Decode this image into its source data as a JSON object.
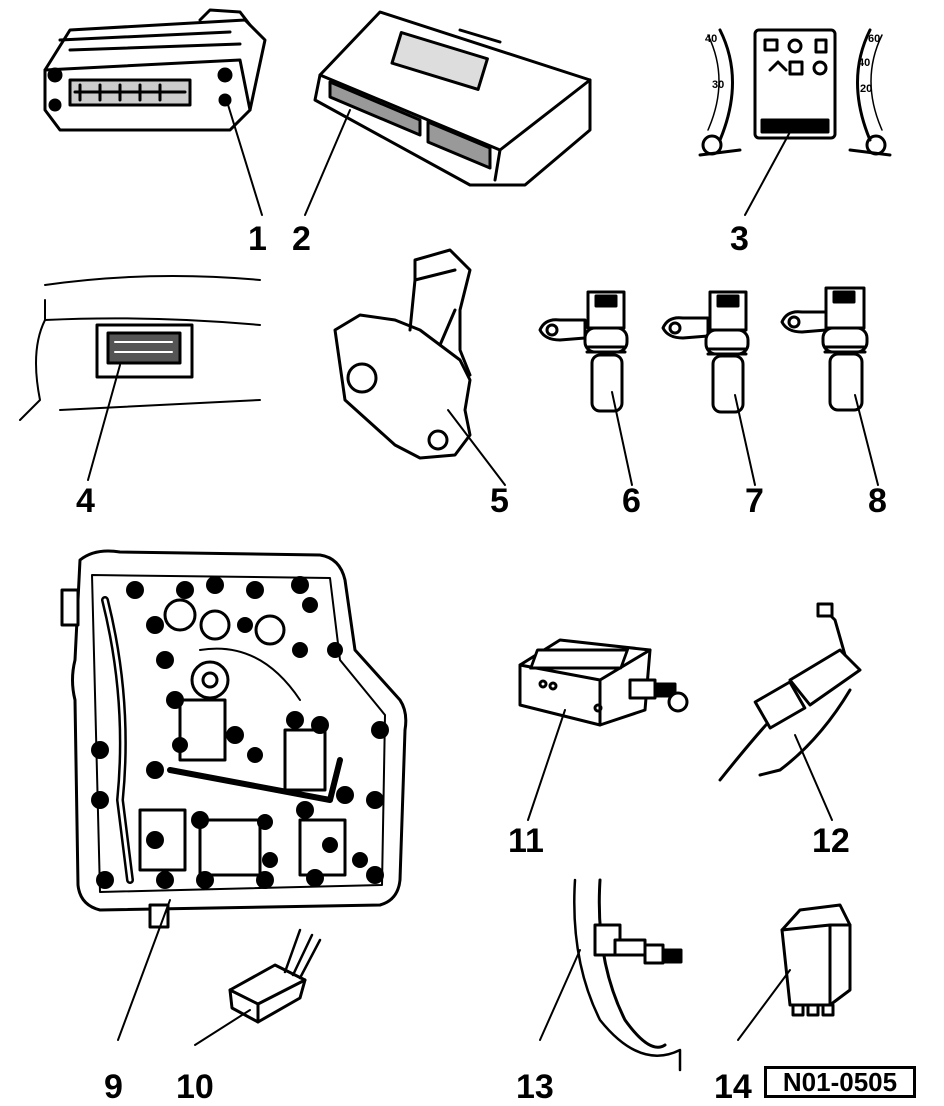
{
  "diagram": {
    "reference_code": "N01-0505",
    "callouts": [
      "1",
      "2",
      "3",
      "4",
      "5",
      "6",
      "7",
      "8",
      "9",
      "10",
      "11",
      "12",
      "13",
      "14"
    ],
    "gauge_left_ticks": [
      "40",
      "30"
    ],
    "gauge_right_ticks": [
      "60",
      "40",
      "20"
    ]
  }
}
